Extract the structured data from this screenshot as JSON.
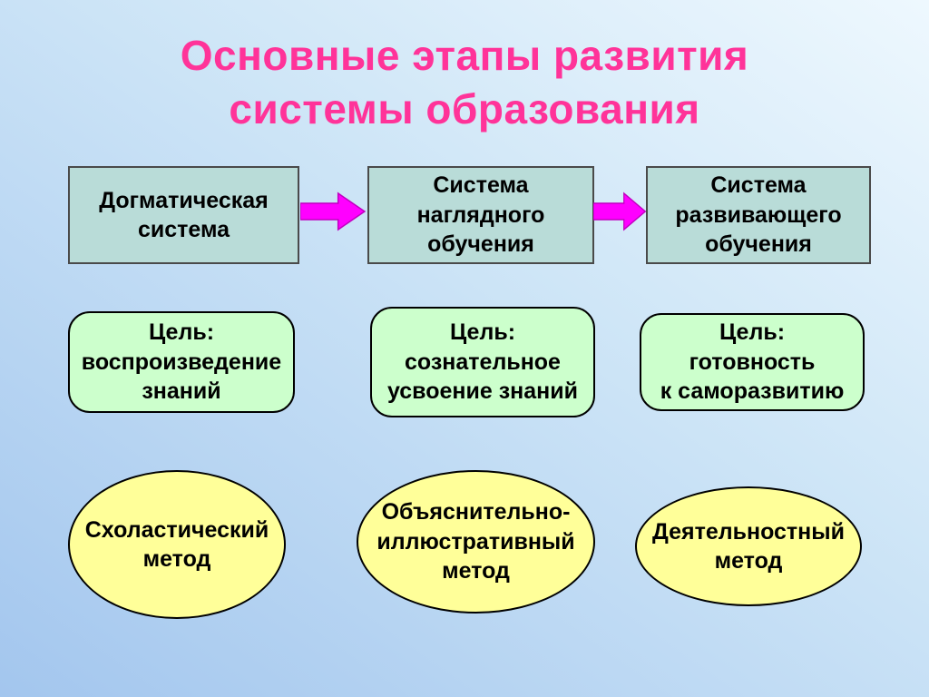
{
  "slide": {
    "title": "Основные этапы развития\nсистемы образования"
  },
  "stages": [
    {
      "label": "Догматическая\nсистема"
    },
    {
      "label": "Система\nнаглядного\nобучения"
    },
    {
      "label": "Система\nразвивающего\nобучения"
    }
  ],
  "goals": [
    {
      "label": "Цель:\nвоспроизведение\nзнаний"
    },
    {
      "label": "Цель:\nсознательное\nусвоение знаний"
    },
    {
      "label": "Цель:\nготовность\nк саморазвитию"
    }
  ],
  "methods": [
    {
      "label": "Схоластический\nметод"
    },
    {
      "label": "Объяснительно-\nиллюстративный\nметод"
    },
    {
      "label": "Деятельностный\nметод"
    }
  ],
  "colors": {
    "title_text": "#ff3399",
    "stage_fill": "#b9dcd8",
    "goal_fill": "#ccffcc",
    "method_fill": "#ffff99",
    "arrow_fill": "#ff00ff",
    "arrow_stroke": "#c000c0",
    "text": "#000000"
  }
}
